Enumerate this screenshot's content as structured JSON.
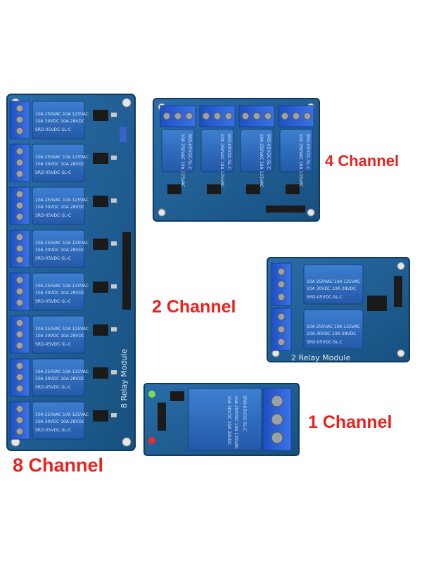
{
  "labels": {
    "ch8": "8 Channel",
    "ch4": "4 Channel",
    "ch2": "2 Channel",
    "ch1": "1 Channel"
  },
  "boards": {
    "ch8": {
      "silk": "8 Relay Module",
      "relays": 8
    },
    "ch4": {
      "relays": 4
    },
    "ch2": {
      "silk": "2 Relay Module",
      "relays": 2
    },
    "ch1": {
      "relays": 1
    }
  },
  "relay_text": {
    "line1": "10A 250VAC  10A 125VAC",
    "line2": "10A  30VDC  10A  28VDC",
    "model": "SRD-05VDC-SL-C"
  },
  "colors": {
    "pcb": "#1f5f9a",
    "relay": "#2f6fc2",
    "terminal": "#2a5fd6",
    "label": "#e8231f"
  }
}
